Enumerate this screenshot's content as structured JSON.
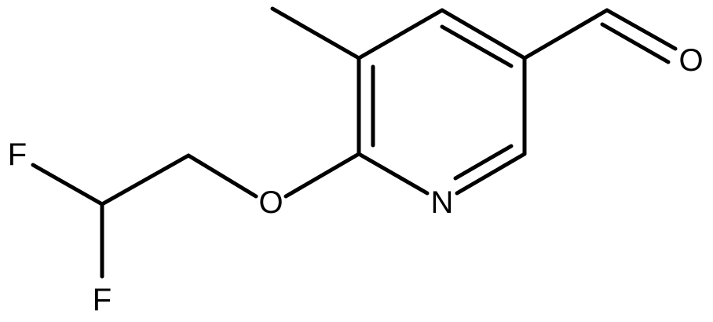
{
  "molecule": {
    "atoms": {
      "oxygen_aldehyde": "O",
      "oxygen_ether": "O",
      "nitrogen_ring": "N",
      "fluorine_upper": "F",
      "fluorine_lower": "F"
    }
  }
}
